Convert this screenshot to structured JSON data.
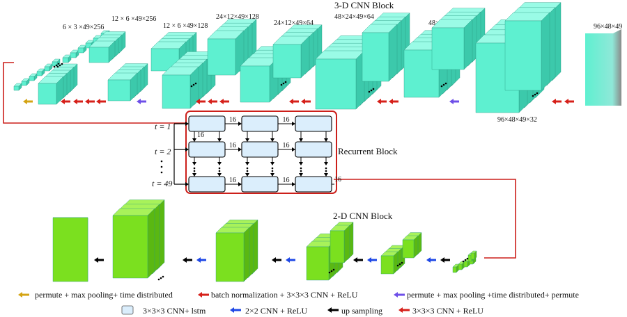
{
  "colors": {
    "cube_face": "#5ef0d0",
    "cube_top": "#9afbe6",
    "cube_side": "#3cc9ab",
    "green_face": "#7be01f",
    "green_top": "#a8f25a",
    "green_side": "#5ab812",
    "lstm_fill": "#dbeefc",
    "red_line": "#cc1f1a",
    "arrow_yellow": "#d4a414",
    "arrow_red": "#d6201a",
    "arrow_purple": "#6e4fe8",
    "arrow_blue": "#1e47e6",
    "arrow_black": "#000000"
  },
  "cnn3d": {
    "title": "3-D CNN Block",
    "dims": [
      "6 × 3 ×49×256",
      "12 × 6 ×49×256",
      "12 × 6 ×49×128",
      "24×12×49×128",
      "24×12×49×64",
      "48×24×49×64",
      "48×24×49×32",
      "96×48×49",
      "96×48×49×32"
    ]
  },
  "recurrent": {
    "title": "Recurrent Block",
    "time_labels": [
      "t = 1",
      "t = 2",
      "t = 49"
    ],
    "edge_label": "16"
  },
  "cnn2d": {
    "title": "2-D CNN Block"
  },
  "legend": {
    "permute_pool": "permute + max pooling+ time distributed",
    "bn_conv": "batch normalization + 3×3×3 CNN + ReLU",
    "permute_pool_permute": "permute + max pooling +time distributed+ permute",
    "lstm_cell": "3×3×3 CNN+ lstm",
    "conv2d": "2×2 CNN + ReLU",
    "upsampling": "up sampling",
    "conv3d": "3×3×3 CNN + ReLU"
  }
}
